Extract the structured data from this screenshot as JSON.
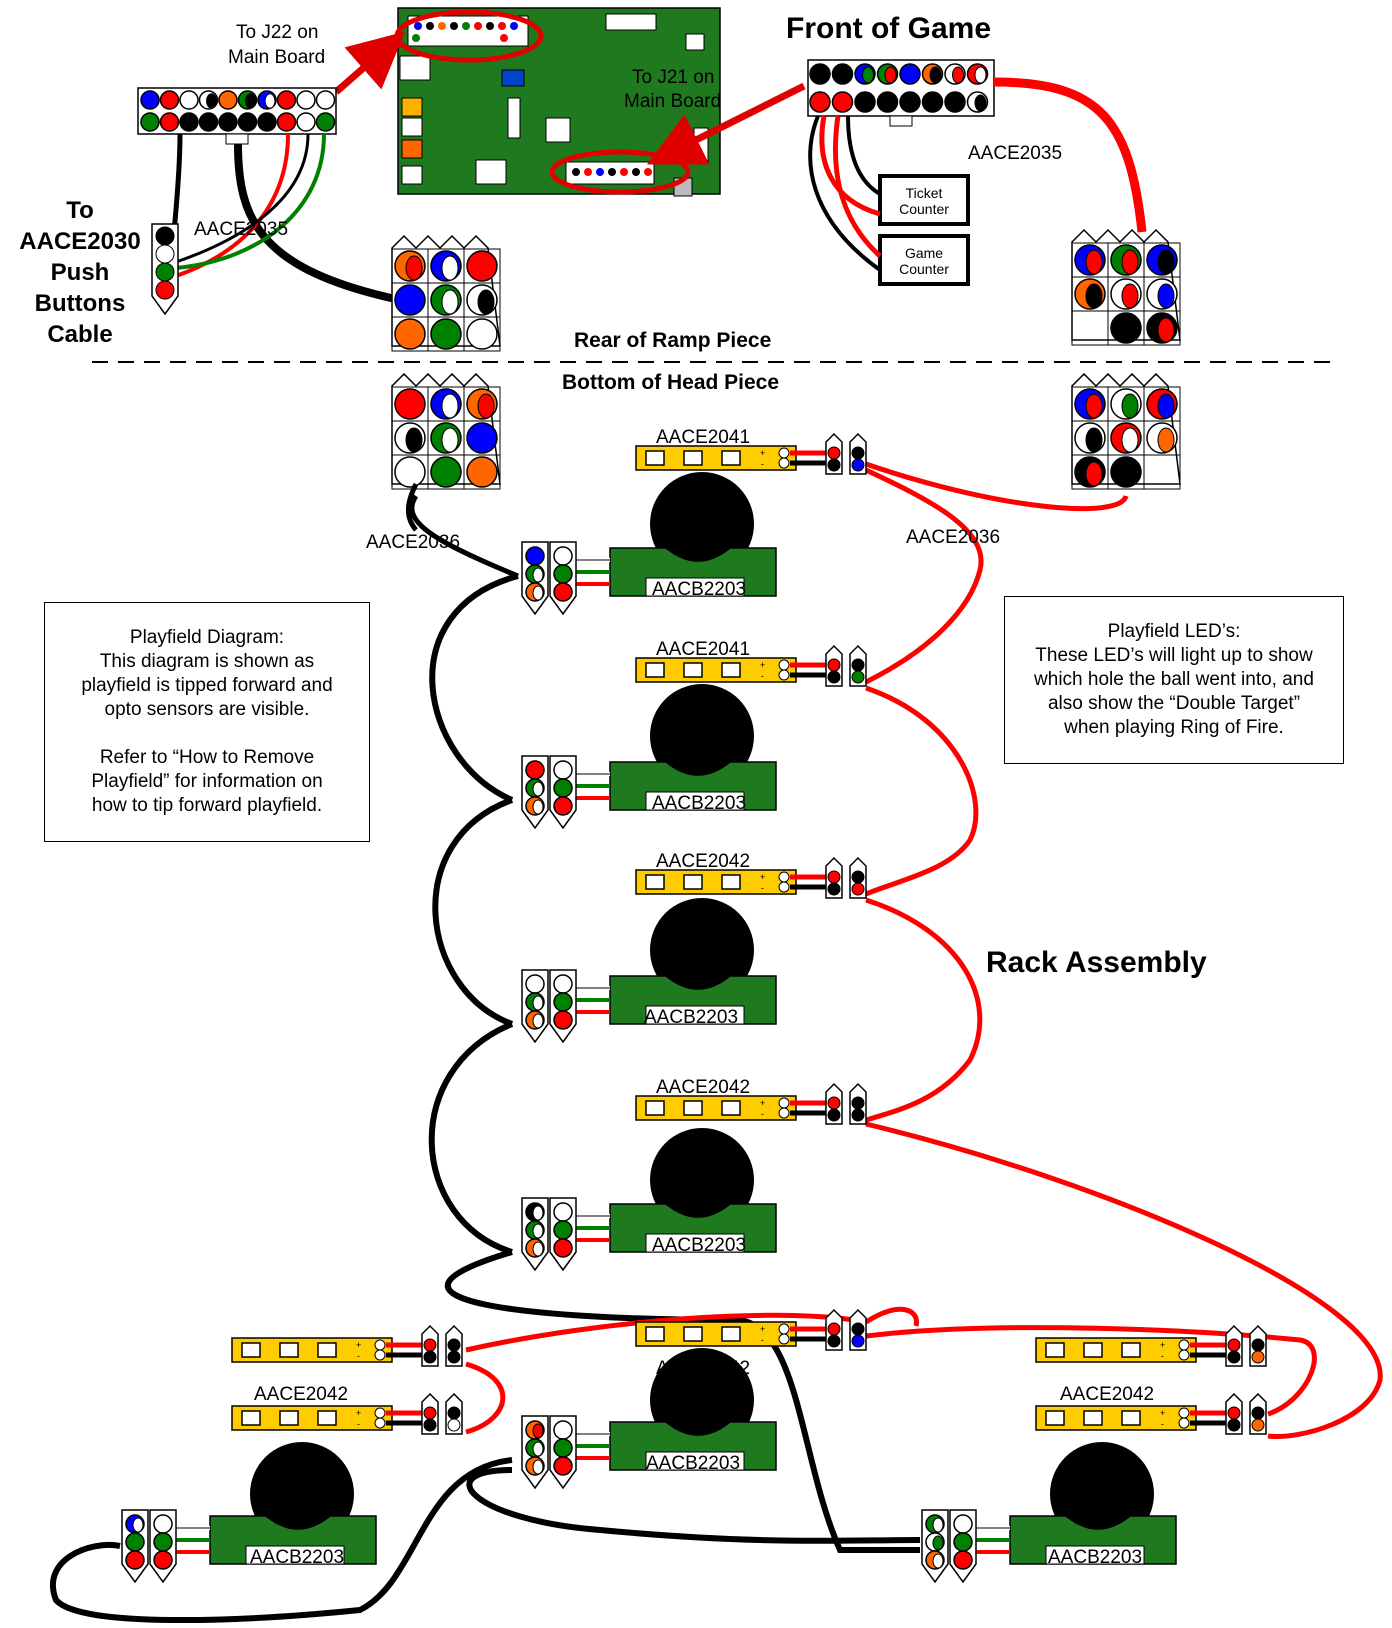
{
  "labels": {
    "front_of_game": "Front of Game",
    "to_j22": [
      "To J22 on",
      "Main Board"
    ],
    "to_j21": [
      "To J21 on",
      "Main Board"
    ],
    "to_aace2030": [
      "To",
      "AACE2030",
      "Push",
      "Buttons",
      "Cable"
    ],
    "aace2035_left": "AACE2035",
    "aace2035_right": "AACE2035",
    "ticket_counter": [
      "Ticket",
      "Counter"
    ],
    "game_counter": [
      "Game",
      "Counter"
    ],
    "rear_of_ramp": "Rear of Ramp Piece",
    "bottom_of_head": "Bottom of Head Piece",
    "aace2036_left": "AACE2036",
    "aace2036_right": "AACE2036",
    "rack_assembly": "Rack Assembly",
    "strip_labels": [
      "AACE2041",
      "AACE2041",
      "AACE2042",
      "AACE2042",
      "AACE2042",
      "AACE2042",
      "AACE2042"
    ],
    "board_labels": [
      "AACB2203",
      "AACB2203",
      "AACB2203",
      "AACB2203",
      "AACB2203",
      "AACB2203",
      "AACB2203"
    ],
    "plus": "+",
    "minus": "-"
  },
  "notes": {
    "playfield_diagram": [
      "Playfield Diagram:",
      "This diagram is shown as",
      "playfield is tipped forward and",
      "opto sensors are visible.",
      "",
      "Refer to “How to Remove",
      "Playfield” for information on",
      "how to tip forward playfield."
    ],
    "playfield_leds": [
      "Playfield LED’s:",
      "These LED’s will light up to show",
      "which hole the ball went into, and",
      "also show the “Double Target”",
      "when playing Ring of Fire."
    ]
  },
  "colors": {
    "wire_red": "#ff0000",
    "wire_black": "#000000",
    "wire_green": "#008000",
    "wire_blue": "#0000ff",
    "wire_orange": "#ff6600",
    "board_green": "#1f7a1f",
    "strip_yellow": "#ffcc00",
    "callout_red": "#e00000"
  }
}
